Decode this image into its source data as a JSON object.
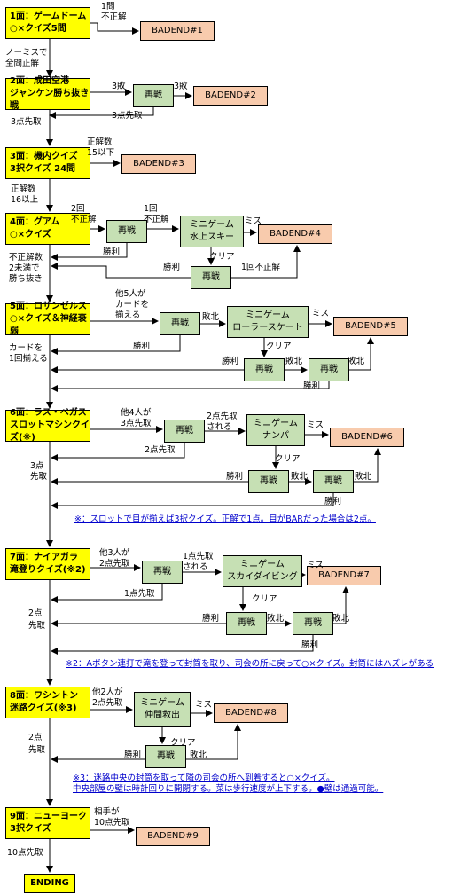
{
  "stages": [
    {
      "id": "s1",
      "line1": "1面：ゲームドーム",
      "line2": "○×クイズ5問"
    },
    {
      "id": "s2",
      "line1": "2面：成田空港",
      "line2": "ジャンケン勝ち抜き戦"
    },
    {
      "id": "s3",
      "line1": "3面：機内クイズ",
      "line2": "3択クイズ 24問"
    },
    {
      "id": "s4",
      "line1": "4面：グアム",
      "line2": "○×クイズ"
    },
    {
      "id": "s5",
      "line1": "5面：ロサンゼルス",
      "line2": "○×クイズ＆神経衰弱"
    },
    {
      "id": "s6",
      "line1": "6面：ラス・ベガス",
      "line2": "スロットマシンクイズ(※)"
    },
    {
      "id": "s7",
      "line1": "7面：ナイアガラ",
      "line2": "滝登りクイズ(※2)"
    },
    {
      "id": "s8",
      "line1": "8面：ワシントン",
      "line2": "迷路クイズ(※3)"
    },
    {
      "id": "s9",
      "line1": "9面：ニューヨーク",
      "line2": "3択クイズ"
    }
  ],
  "badends": [
    "BADEND#1",
    "BADEND#2",
    "BADEND#3",
    "BADEND#4",
    "BADEND#5",
    "BADEND#6",
    "BADEND#7",
    "BADEND#8",
    "BADEND#9"
  ],
  "retry_label": "再戦",
  "minigames": [
    {
      "line1": "ミニゲーム",
      "line2": "水上スキー"
    },
    {
      "line1": "ミニゲーム",
      "line2": "ローラースケート"
    },
    {
      "line1": "ミニゲーム",
      "line2": "ナンパ"
    },
    {
      "line1": "ミニゲーム",
      "line2": "スカイダイビング"
    },
    {
      "line1": "ミニゲーム",
      "line2": "仲間救出"
    }
  ],
  "ending": "ENDING",
  "labels": {
    "one_question": "1問",
    "wrong_answer": "不正解",
    "no_miss": "ノーミスで",
    "all_correct": "全問正解",
    "three_losses": "3敗",
    "three_points_first": "3点先取",
    "correct_count": "正解数",
    "fifteen_or_less": "15以下",
    "sixteen_or_more": "16以上",
    "two_times": "2回",
    "one_time": "1回",
    "miss": "ミス",
    "win": "勝利",
    "clear": "クリア",
    "one_wrong": "1回不正解",
    "wrong_count": "不正解数",
    "less_than_two": "2未満で",
    "win_through": "勝ち抜き",
    "others5": "他5人が",
    "card": "カードを",
    "align": "揃える",
    "lose": "敗北",
    "card_align1": "カードを",
    "card_align2": "1回揃える",
    "others4": "他4人が",
    "three_pt_first_2": "3点先取",
    "two_pt_first_by": "2点先取",
    "taken": "される",
    "two_pt_first": "2点先取",
    "three_pt": "3点",
    "first": "先取",
    "others3": "他3人が",
    "one_pt_first": "1点先取",
    "two_pt": "2点",
    "others2": "他2人が",
    "opponent": "相手が",
    "ten_pt_first": "10点先取"
  },
  "notes": {
    "n1": "※：スロットで目が揃えば3択クイズ。正解で1点。目がBARだった場合は2点。",
    "n2": "※2：Aボタン連打で滝を登って封筒を取り、司会の所に戻って○×クイズ。封筒にはハズレがある",
    "n3a": "※3：迷路中央の封筒を取って隣の司会の所へ到着すると○×クイズ。",
    "n3b": "中央部屋の壁は時計回りに開閉する。菜は歩行速度が上下する。●壁は通過可能。"
  },
  "colors": {
    "stage": "#ffff00",
    "retry": "#c6e0b4",
    "badend": "#f8cbad",
    "note": "#0000cc"
  }
}
